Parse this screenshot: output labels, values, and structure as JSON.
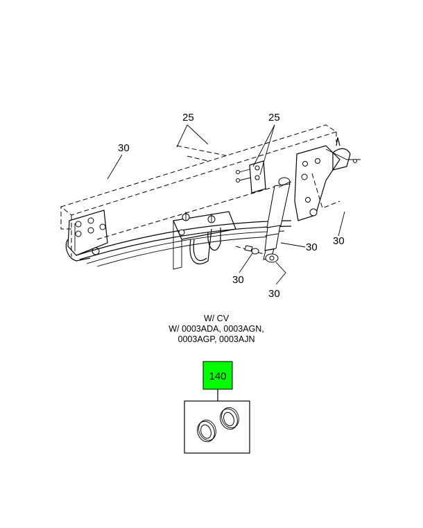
{
  "callouts": {
    "frame_rail_left": "30",
    "bolts_center": "25",
    "bolts_right": "25",
    "bracket_right": "30",
    "shock_absorber": "30",
    "lower_bolt": "30",
    "lower_bushing": "30"
  },
  "note": {
    "line1": "W/ CV",
    "line2": "W/ 0003ADA, 0003AGN,",
    "line3": "0003AGP, 0003AJN"
  },
  "kit": {
    "number": "140",
    "highlight_color": "#00ff00"
  }
}
